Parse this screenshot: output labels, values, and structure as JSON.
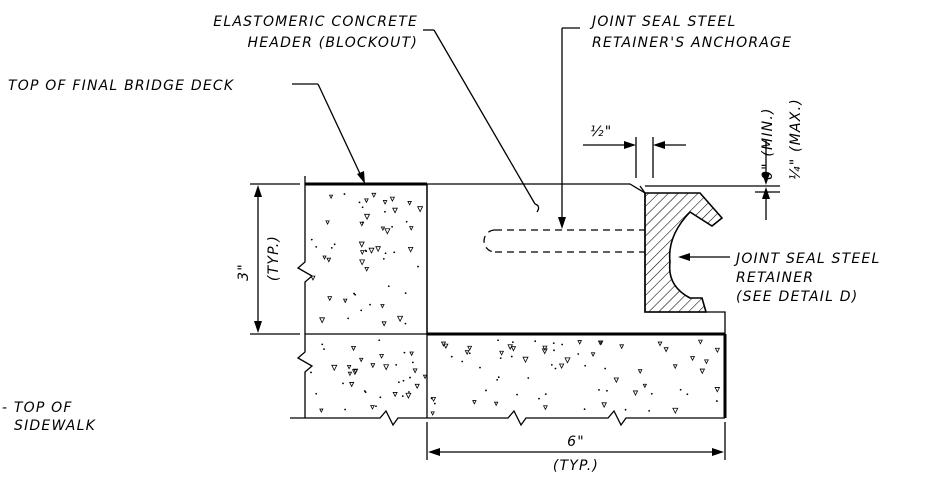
{
  "labels": {
    "elastomeric_line1": "ELASTOMERIC CONCRETE",
    "elastomeric_line2": "HEADER (BLOCKOUT)",
    "anchorage_line1": "JOINT SEAL STEEL",
    "anchorage_line2": "RETAINER'S ANCHORAGE",
    "top_deck": "TOP OF FINAL BRIDGE DECK",
    "half_inch": "½\"",
    "min_dim": "0\" (MIN.)",
    "max_dim": "¼\" (MAX.)",
    "three_inch": "3\"",
    "typ_left": "(TYP.)",
    "retainer_line1": "JOINT SEAL STEEL",
    "retainer_line2": "RETAINER",
    "retainer_line3": "(SEE DETAIL D)",
    "sidewalk_line1": "- TOP OF",
    "sidewalk_line2": "SIDEWALK",
    "six_inch": "6\"",
    "typ_bottom": "(TYP.)"
  }
}
